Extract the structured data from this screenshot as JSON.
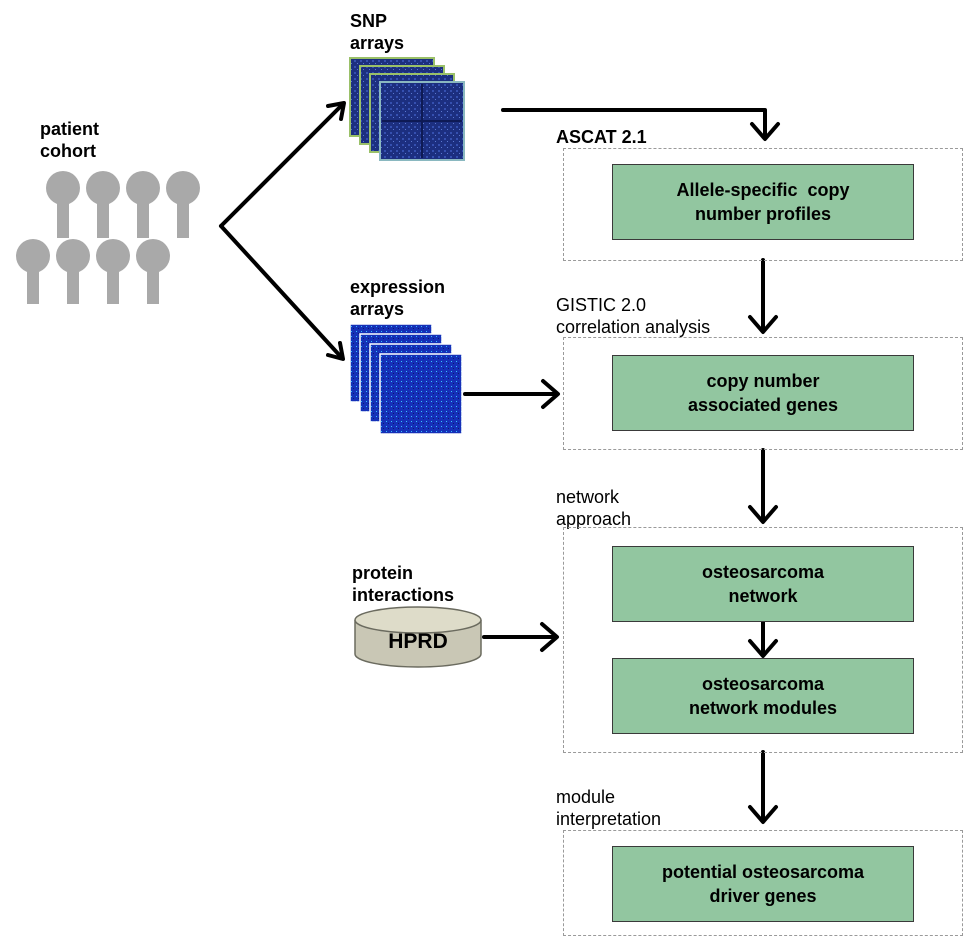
{
  "labels": {
    "patient_cohort": [
      "patient",
      "cohort"
    ],
    "snp_arrays": [
      "SNP",
      "arrays"
    ],
    "expression_arrays": [
      "expression",
      "arrays"
    ],
    "protein_interactions": [
      "protein",
      "interactions"
    ],
    "ascat": "ASCAT 2.1",
    "gistic": [
      "GISTIC 2.0",
      "correlation analysis"
    ],
    "network_approach": [
      "network",
      "approach"
    ],
    "module_interpretation": [
      "module",
      "interpretation"
    ]
  },
  "database": "HPRD",
  "boxes": {
    "allele_specific": [
      "Allele-specific  copy",
      "number profiles"
    ],
    "copy_number_genes": [
      "copy number",
      "associated genes"
    ],
    "osteo_network": [
      "osteosarcoma",
      "network"
    ],
    "osteo_modules": [
      "osteosarcoma",
      "network modules"
    ],
    "driver_genes": [
      "potential osteosarcoma",
      "driver genes"
    ]
  },
  "colors": {
    "process_box": "#92c6a0",
    "person_icon": "#a9a9a9",
    "snp_array": "#1c2f80",
    "expression_array": "#1530b8",
    "database": "#c9c7b5"
  }
}
